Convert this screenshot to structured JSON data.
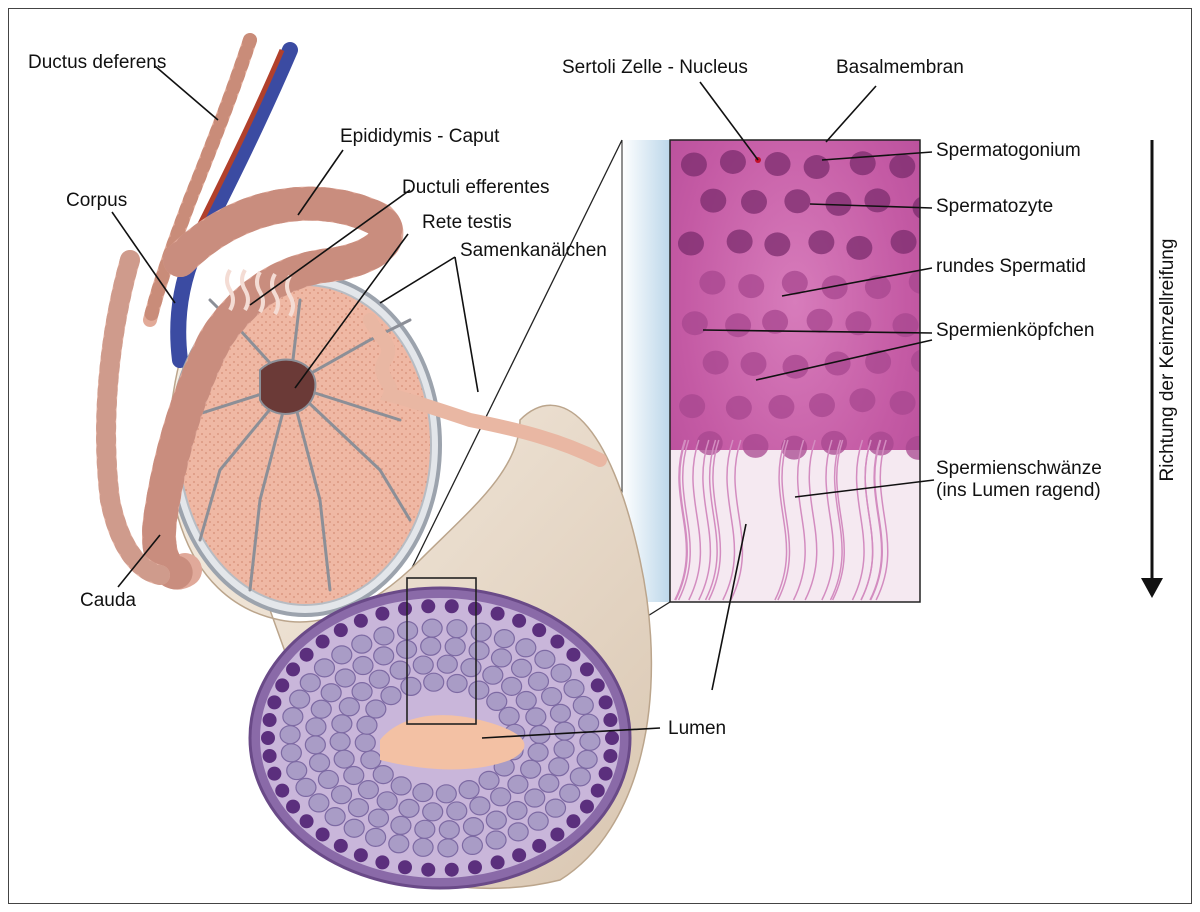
{
  "labels": {
    "ductus_deferens": "Ductus deferens",
    "epididymis_caput": "Epididymis - Caput",
    "corpus": "Corpus",
    "ductuli_efferentes": "Ductuli efferentes",
    "rete_testis": "Rete testis",
    "samenkanaelchen": "Samenkanälchen",
    "cauda": "Cauda",
    "sertoli_nucleus": "Sertoli Zelle - Nucleus",
    "basalmembran": "Basalmembran",
    "spermatogonium": "Spermatogonium",
    "spermatozyte": "Spermatozyte",
    "rundes_spermatid": "rundes Spermatid",
    "spermienkoepfchen": "Spermienköpfchen",
    "spermienschwaenze_1": "Spermienschwänze",
    "spermienschwaenze_2": "(ins Lumen ragend)",
    "lumen": "Lumen"
  },
  "axis": {
    "label": "Richtung der Keimzellreifung"
  },
  "colors": {
    "tissue_pink": "#e8b3a5",
    "tubule_fill": "#f2c7b4",
    "cell_purple": "#b9a6cc",
    "cell_dark": "#5b2f7d",
    "vein_blue": "#3a4aa0",
    "artery_red": "#b1402c",
    "histology_magenta": "#c65fa8",
    "sheath_beige": "#efe2d2"
  }
}
